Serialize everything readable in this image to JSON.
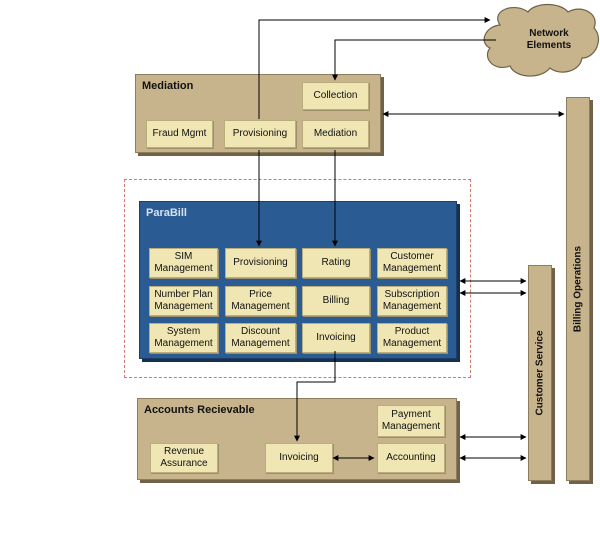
{
  "network": {
    "label_line1": "Network",
    "label_line2": "Elements"
  },
  "mediation": {
    "title": "Mediation",
    "collection": "Collection",
    "fraud": "Fraud Mgmt",
    "provisioning": "Provisioning",
    "mediation": "Mediation"
  },
  "parabill": {
    "title": "ParaBill",
    "boxes": [
      [
        "SIM",
        "Management"
      ],
      [
        "Provisioning"
      ],
      [
        "Rating"
      ],
      [
        "Customer",
        "Management"
      ],
      [
        "Number Plan",
        "Management"
      ],
      [
        "Price",
        "Management"
      ],
      [
        "Billing"
      ],
      [
        "Subscription",
        "Management"
      ],
      [
        "System",
        "Management"
      ],
      [
        "Discount",
        "Management"
      ],
      [
        "Invoicing"
      ],
      [
        "Product",
        "Management"
      ]
    ]
  },
  "ar": {
    "title": "Accounts Recievable",
    "payment": [
      "Payment",
      "Management"
    ],
    "revenue": [
      "Revenue",
      "Assurance"
    ],
    "invoicing": "Invoicing",
    "accounting": "Accounting"
  },
  "customer_service": "Customer Service",
  "billing_operations": "Billing Operations"
}
